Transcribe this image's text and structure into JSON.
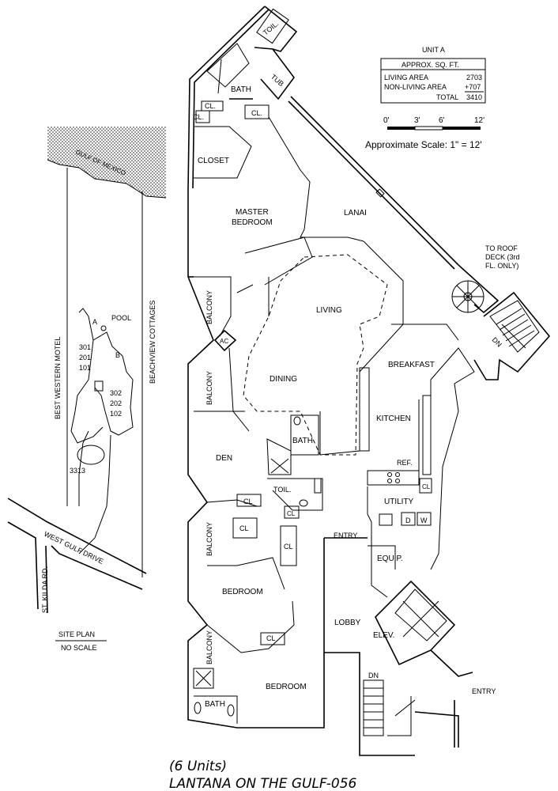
{
  "unit_table": {
    "unit": "UNIT A",
    "header": "APPROX. SQ. FT.",
    "living_label": "LIVING AREA",
    "living_value": "2703",
    "nonliving_label": "NON-LIVING AREA",
    "nonliving_value": "+707",
    "total_label": "TOTAL",
    "total_value": "3410"
  },
  "scale": {
    "ticks": [
      "0'",
      "3'",
      "6'",
      "12'"
    ],
    "text": "Approximate Scale: 1\" = 12'"
  },
  "rooms": {
    "toil_top": "TOIL.",
    "tub": "TUB",
    "bath_top": "BATH",
    "cl_1": "CL.",
    "cl_2": "CL.",
    "cl_3": "CL.",
    "closet": "CLOSET",
    "master_bedroom_1": "MASTER",
    "master_bedroom_2": "BEDROOM",
    "lanai": "LANAI",
    "balcony_1": "BALCONY",
    "ac": "AC",
    "balcony_2": "BALCONY",
    "living": "LIVING",
    "dining": "DINING",
    "breakfast": "BREAKFAST",
    "kitchen": "KITCHEN",
    "bath_mid": "BATH",
    "den": "DEN",
    "toil_mid": "TOIL.",
    "ref": "REF.",
    "cl_4": "CL",
    "utility": "UTILITY",
    "d": "D",
    "w": "W",
    "cl_5": "CL",
    "cl_6": "CL",
    "cl_7": "CL",
    "cl_8": "CL",
    "balcony_3": "BALCONY",
    "entry_1": "ENTRY",
    "equip": "EQUIP.",
    "bedroom_1": "BEDROOM",
    "lobby": "LOBBY",
    "elev": "ELEV.",
    "cl_9": "CL",
    "balcony_4": "BALCONY",
    "bedroom_2": "BEDROOM",
    "bath_low": "BATH",
    "dn_1": "DN",
    "dn_2": "DN",
    "entry_2": "ENTRY",
    "roof_1": "TO ROOF",
    "roof_2": "DECK (3rd",
    "roof_3": "FL. ONLY)"
  },
  "site_plan": {
    "gulf": "GULF OF MEXICO",
    "best_western": "BEST WESTERN MOTEL",
    "beachview": "BEACHVIEW COTTAGES",
    "pool": "POOL",
    "a": "A",
    "b": "B",
    "units_1": [
      "301",
      "201",
      "101"
    ],
    "units_2": [
      "302",
      "202",
      "102"
    ],
    "address": "3313",
    "west_gulf": "WEST GULF DRIVE",
    "st_kilda": "ST. KILDA RD.",
    "caption": "SITE PLAN",
    "subcaption": "NO SCALE"
  },
  "footer": {
    "units": "(6 Units)",
    "name": "LANTANA ON THE GULF-056"
  }
}
